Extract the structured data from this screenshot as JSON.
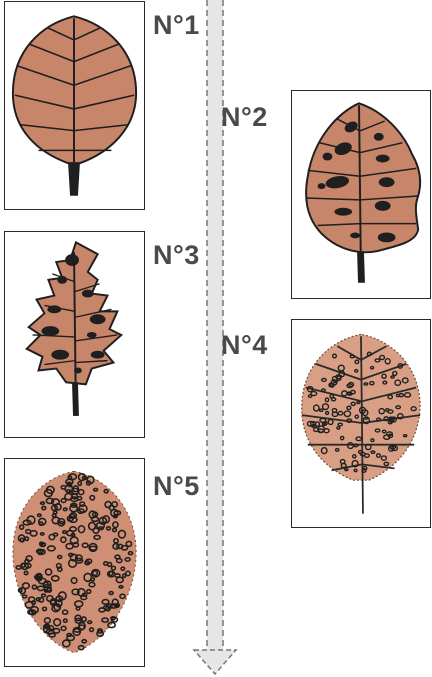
{
  "stages": [
    {
      "id": "leaf-1",
      "label": "N°1"
    },
    {
      "id": "leaf-2",
      "label": "N°2"
    },
    {
      "id": "leaf-3",
      "label": "N°3"
    },
    {
      "id": "leaf-4",
      "label": "N°4"
    },
    {
      "id": "leaf-5",
      "label": "N°5"
    }
  ],
  "colors": {
    "leaf_fill": "#c7866a",
    "leaf_fill_light": "#d89f85",
    "outline": "#1f1f1f",
    "arrow_fill": "#e6e6e6",
    "arrow_stroke": "#777777"
  },
  "progression_arrow": {
    "direction": "down",
    "style": "dashed"
  }
}
